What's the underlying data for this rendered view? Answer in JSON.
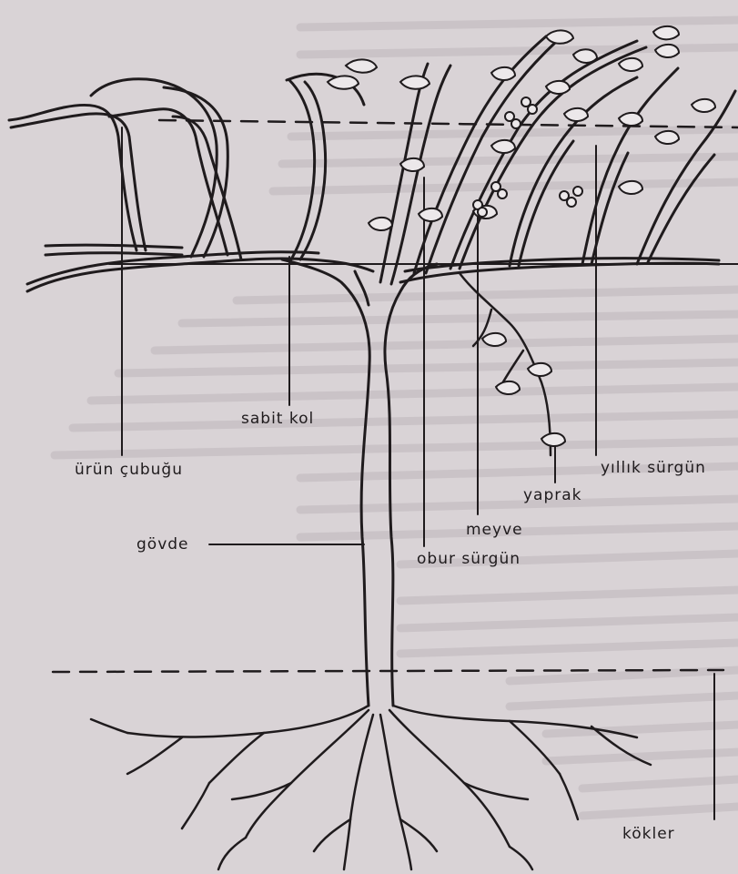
{
  "labels": {
    "urun_cubugu": "ürün çubuğu",
    "sabit_kol": "sabit kol",
    "govde": "gövde",
    "obur_surgun": "obur sürgün",
    "meyve": "meyve",
    "yaprak": "yaprak",
    "yillik_surgun": "yıllık sürgün",
    "kokler": "kökler"
  },
  "colors": {
    "paper": "#d9d3d6",
    "ink": "#1f1b1d",
    "faded_text": "#b9b2b6"
  }
}
